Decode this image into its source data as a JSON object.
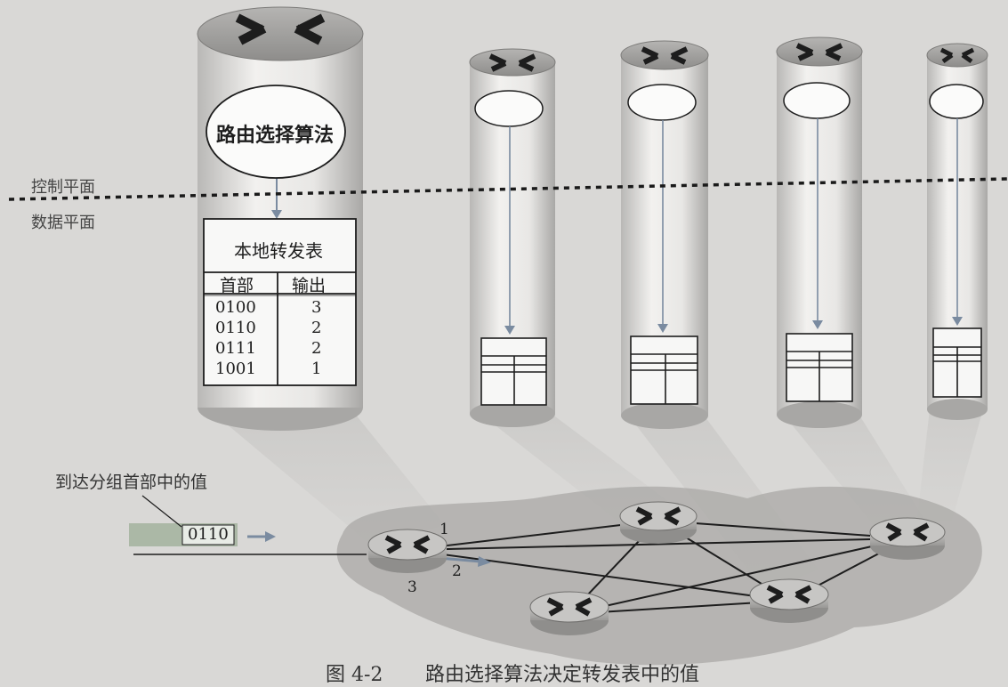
{
  "planes": {
    "control": "控制平面",
    "data": "数据平面"
  },
  "main_router": {
    "algorithm": "路由选择算法",
    "table": {
      "title": "本地转发表",
      "headers": [
        "首部",
        "输出"
      ],
      "rows": [
        [
          "0100",
          "3"
        ],
        [
          "0110",
          "2"
        ],
        [
          "0111",
          "2"
        ],
        [
          "1001",
          "1"
        ]
      ]
    }
  },
  "packet": {
    "callout": "到达分组首部中的值",
    "header_value": "0110"
  },
  "links": {
    "port_1": "1",
    "port_2": "2",
    "port_3": "3"
  },
  "caption": {
    "number": "图 4-2",
    "text": "路由选择算法决定转发表中的值"
  }
}
